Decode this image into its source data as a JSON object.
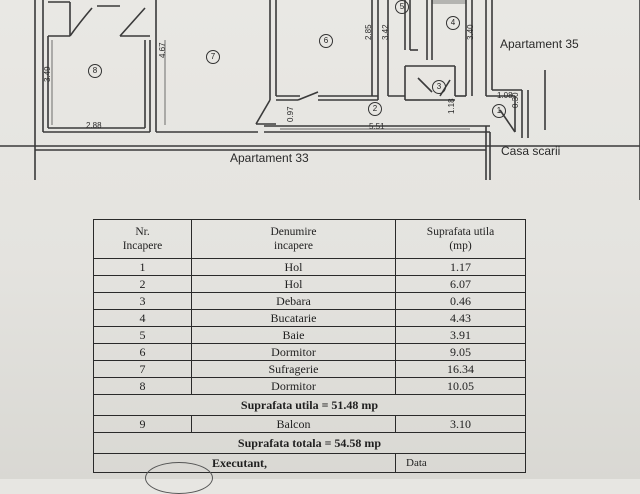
{
  "plan": {
    "labels": {
      "apartament_35": "Apartament 35",
      "apartament_33": "Apartament 33",
      "casa_scarii": "Casa scarii"
    },
    "dimensions": {
      "d349": "3.49",
      "d288": "2.88",
      "d467": "4.67",
      "d285": "2.85",
      "d342": "3.42",
      "d340": "3.40",
      "d097": "0.97",
      "d551": "5.51",
      "d118": "1.18",
      "d108": "1.08",
      "d030": "0.30"
    },
    "room_markers": [
      "8",
      "7",
      "6",
      "5",
      "4",
      "3",
      "2",
      "1"
    ]
  },
  "table": {
    "headers": {
      "nr": [
        "Nr.",
        "Incapere"
      ],
      "denumire": [
        "Denumire",
        "incapere"
      ],
      "suprafata": [
        "Suprafata utila",
        "(mp)"
      ]
    },
    "rows": [
      {
        "nr": "1",
        "name": "Hol",
        "area": "1.17"
      },
      {
        "nr": "2",
        "name": "Hol",
        "area": "6.07"
      },
      {
        "nr": "3",
        "name": "Debara",
        "area": "0.46"
      },
      {
        "nr": "4",
        "name": "Bucatarie",
        "area": "4.43"
      },
      {
        "nr": "5",
        "name": "Baie",
        "area": "3.91"
      },
      {
        "nr": "6",
        "name": "Dormitor",
        "area": "9.05"
      },
      {
        "nr": "7",
        "name": "Sufragerie",
        "area": "16.34"
      },
      {
        "nr": "8",
        "name": "Dormitor",
        "area": "10.05"
      }
    ],
    "suprafata_utila": "Suprafata utila = 51.48 mp",
    "balcon": {
      "nr": "9",
      "name": "Balcon",
      "area": "3.10"
    },
    "suprafata_totala": "Suprafata totala = 54.58 mp",
    "executant": "Executant,",
    "data": "Data"
  }
}
